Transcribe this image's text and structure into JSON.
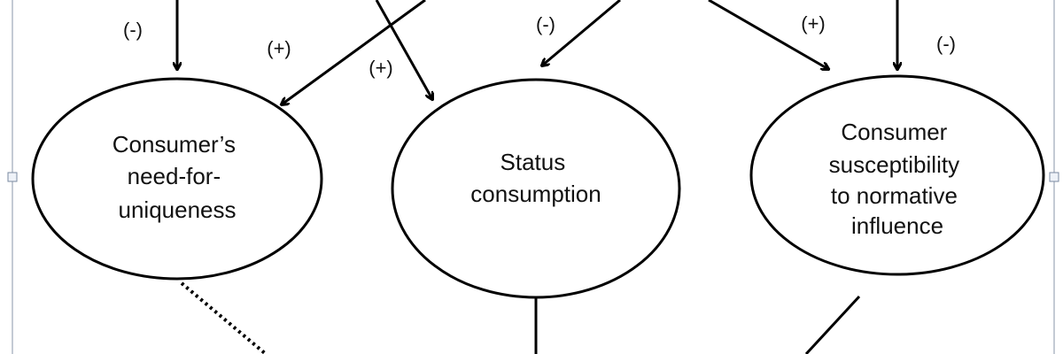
{
  "diagram": {
    "nodes": [
      {
        "id": "uniqueness",
        "label_lines": [
          "Consumer’s",
          "need-for-",
          "uniqueness"
        ]
      },
      {
        "id": "status",
        "label_lines": [
          "Status",
          "consumption"
        ]
      },
      {
        "id": "susceptibility",
        "label_lines": [
          "Consumer",
          "susceptibility",
          "to normative",
          "influence"
        ]
      }
    ],
    "edge_signs": [
      {
        "id": "sign-1",
        "text": "(-)"
      },
      {
        "id": "sign-2",
        "text": "(+)"
      },
      {
        "id": "sign-3",
        "text": "(+)"
      },
      {
        "id": "sign-4",
        "text": "(-)"
      },
      {
        "id": "sign-5",
        "text": "(+)"
      },
      {
        "id": "sign-6",
        "text": "(-)"
      }
    ]
  },
  "colors": {
    "stroke": "#000000",
    "text": "#111111",
    "frame": "#8a96a8",
    "handle_fill": "#eef2f8",
    "handle_stroke": "#7a8aa0"
  }
}
